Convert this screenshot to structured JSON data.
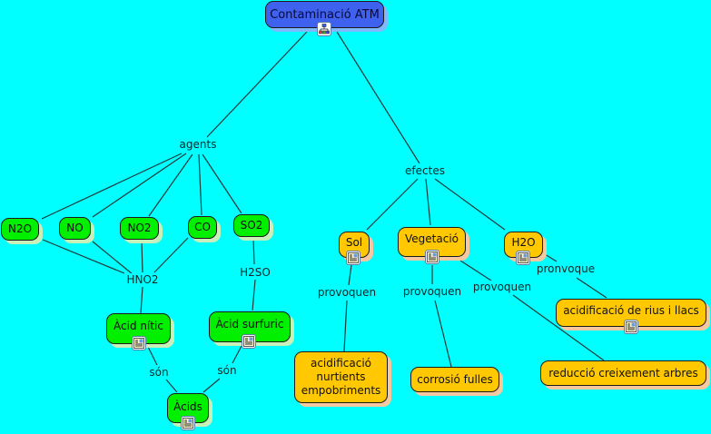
{
  "title": "Contaminació ATM",
  "colors": {
    "background": "#00ffff",
    "root_fill": "#3e62ee",
    "agent_fill": "#00f000",
    "effect_fill": "#ffc800",
    "line": "#1e3a3a"
  },
  "root": {
    "label": "Contaminació ATM",
    "icon": "submap-icon"
  },
  "link_labels": {
    "agents": "agents",
    "efectes": "efectes",
    "hno2": "HNO2",
    "h2so": "H2SO",
    "son_1": "són",
    "son_2": "són",
    "provoquen_sol": "provoquen",
    "provoquen_veg_1": "provoquen",
    "provoquen_veg_2": "provoquen",
    "pronvoque_h2o": "pronvoque"
  },
  "agents": [
    {
      "id": "n2o",
      "label": "N2O"
    },
    {
      "id": "no",
      "label": "NO"
    },
    {
      "id": "no2",
      "label": "NO2"
    },
    {
      "id": "co",
      "label": "CO"
    },
    {
      "id": "so2",
      "label": "SO2"
    }
  ],
  "acids": {
    "nitric": {
      "label": "Àcid nític",
      "icon": "document-icon"
    },
    "surfuric": {
      "label": "Àcid surfuric",
      "icon": "document-icon"
    },
    "acids": {
      "label": "Àcids",
      "icon": "document-icon"
    }
  },
  "effects": {
    "sol": {
      "label": "Sol",
      "icon": "document-icon"
    },
    "vegetacio": {
      "label": "Vegetació",
      "icon": "document-icon"
    },
    "h2o": {
      "label": "H2O",
      "icon": "document-icon"
    }
  },
  "outcomes": {
    "acidificacio_nutrients": {
      "lines": [
        "acidificació",
        "nurtients",
        "empobriments"
      ]
    },
    "corrosio": {
      "label": "corrosió fulles"
    },
    "acidificacio_rius": {
      "label": "acidificació de rius i llacs",
      "icon": "document-icon"
    },
    "reduccio": {
      "label": "reducció creixement arbres"
    }
  }
}
